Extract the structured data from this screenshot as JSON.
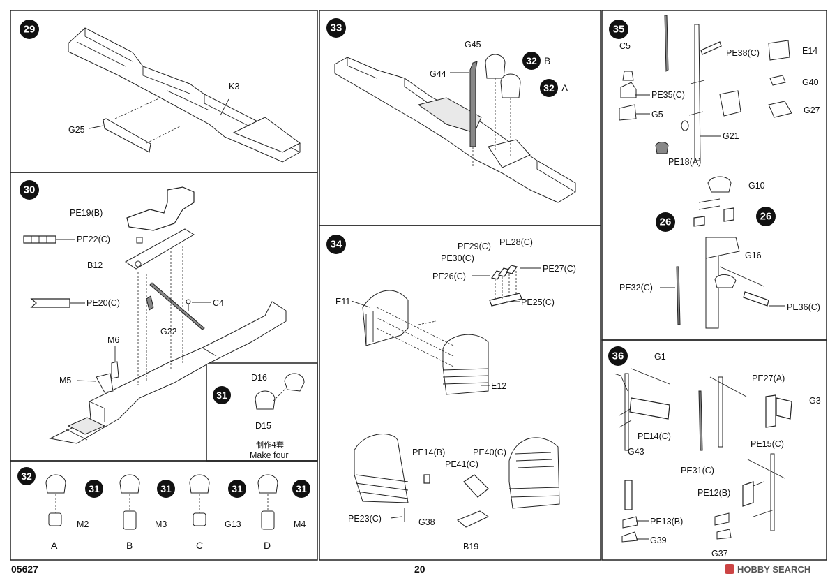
{
  "page": {
    "number": "20",
    "product_code": "05627",
    "brand": "HOBBY SEARCH"
  },
  "steps": {
    "s29": {
      "badge": "29",
      "labels": [
        "K3",
        "G25"
      ]
    },
    "s30": {
      "badge": "30",
      "labels": [
        "PE19(B)",
        "PE22(C)",
        "B12",
        "PE20(C)",
        "C4",
        "G22",
        "M6",
        "M5"
      ]
    },
    "s31": {
      "badge": "31",
      "labels": [
        "D16",
        "D15"
      ],
      "note_cn": "制作4套",
      "note_en": "Make four"
    },
    "s32": {
      "badge": "32",
      "groups": [
        {
          "ref": "31",
          "part": "M2",
          "letter": "A"
        },
        {
          "ref": "31",
          "part": "M3",
          "letter": "B"
        },
        {
          "ref": "31",
          "part": "G13",
          "letter": "C"
        },
        {
          "ref": "31",
          "part": "M4",
          "letter": "D"
        }
      ]
    },
    "s33": {
      "badge": "33",
      "labels": [
        "G45",
        "G44"
      ],
      "refs": [
        {
          "ref": "32",
          "letter": "B"
        },
        {
          "ref": "32",
          "letter": "A"
        }
      ]
    },
    "s34": {
      "badge": "34",
      "labels": [
        "PE29(C)",
        "PE28(C)",
        "PE30(C)",
        "PE27(C)",
        "PE26(C)",
        "PE25(C)",
        "E11",
        "E12",
        "PE14(B)",
        "PE40(C)",
        "PE41(C)",
        "PE23(C)",
        "G38",
        "B19"
      ]
    },
    "s35": {
      "badge": "35",
      "labels": [
        "C5",
        "PE38(C)",
        "E14",
        "PE35(C)",
        "G40",
        "G5",
        "G27",
        "G21",
        "PE18(A)",
        "G10",
        "G16",
        "PE32(C)",
        "PE36(C)"
      ],
      "refs": [
        "26",
        "26"
      ]
    },
    "s36": {
      "badge": "36",
      "labels": [
        "G1",
        "PE27(A)",
        "G3",
        "PE14(C)",
        "PE15(C)",
        "G43",
        "PE31(C)",
        "PE12(B)",
        "PE13(B)",
        "G39",
        "G37"
      ]
    }
  }
}
